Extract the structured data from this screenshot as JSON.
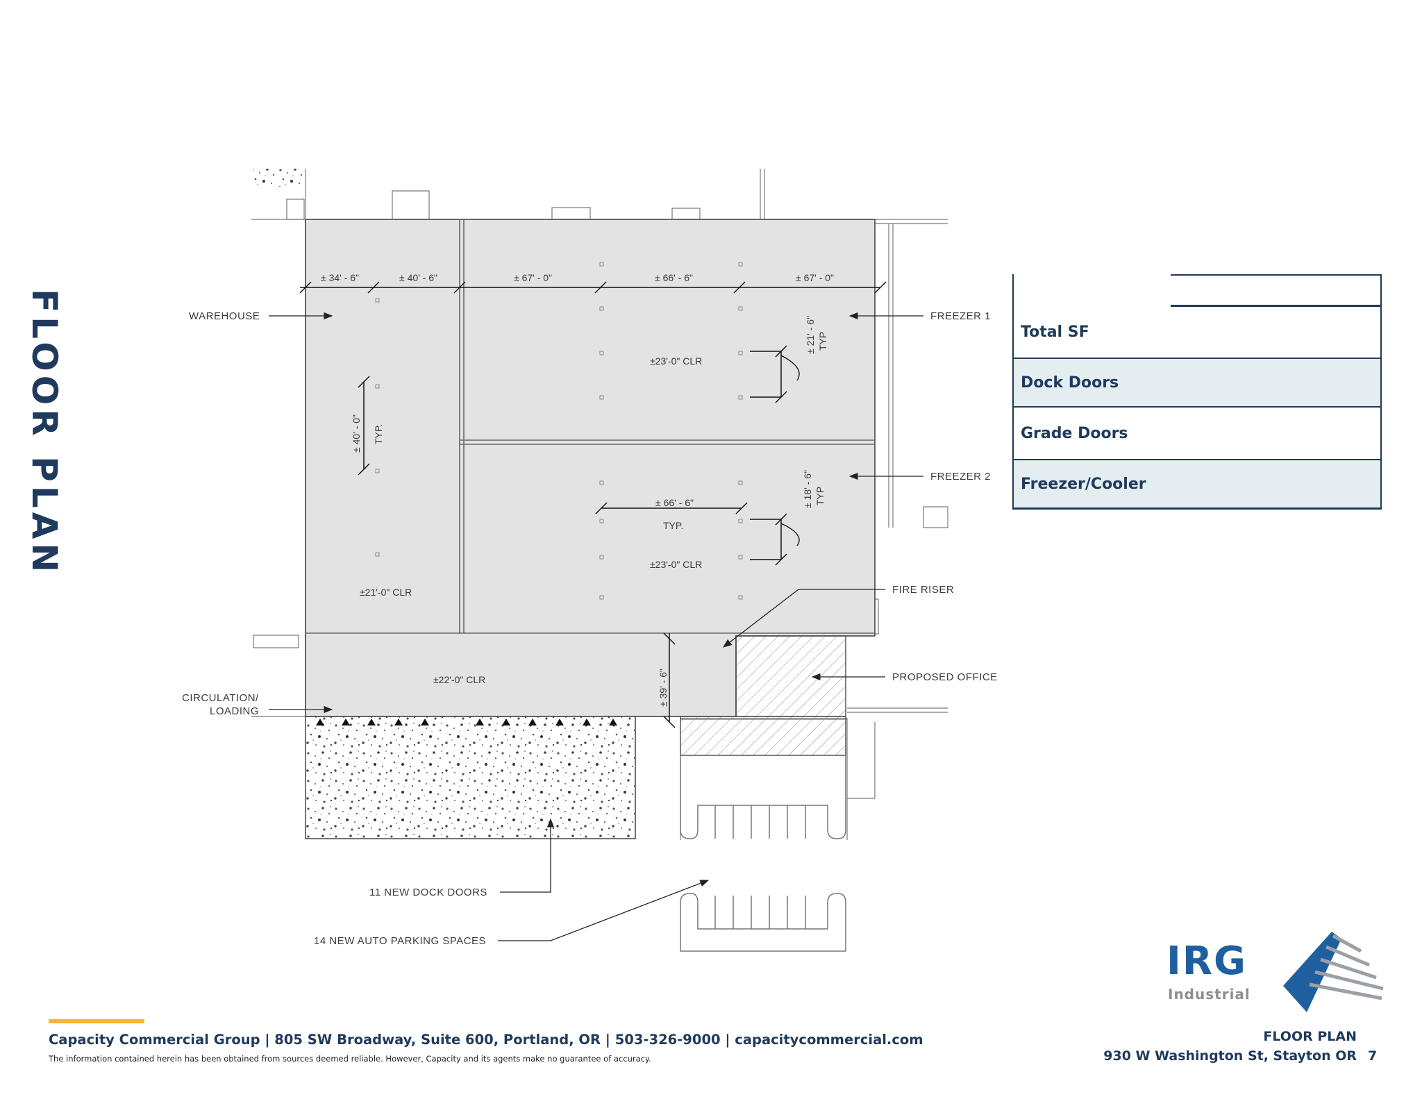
{
  "page": {
    "side_title": "FLOOR PLAN"
  },
  "plan": {
    "labels": {
      "warehouse": "WAREHOUSE",
      "freezer1": "FREEZER 1",
      "freezer2": "FREEZER 2",
      "fire_riser": "FIRE RISER",
      "proposed_office": "PROPOSED OFFICE",
      "circulation_1": "CIRCULATION/",
      "circulation_2": "LOADING",
      "dock_doors": "11 NEW DOCK DOORS",
      "parking": "14 NEW AUTO PARKING SPACES"
    },
    "dimensions": {
      "d1": "± 34' - 6\"",
      "d2": "± 40' - 6\"",
      "d3": "± 67' - 0\"",
      "d4": "± 66' - 6\"",
      "d5": "± 67' - 0\"",
      "wh_bay": "± 40' - 0\"",
      "typ": "TYP.",
      "typ_short": "TYP",
      "f1_bay": "± 21' - 6\"",
      "f2_bay": "± 18' - 6\"",
      "f2_span": "± 66' - 6\"",
      "circ_depth": "± 39' - 6\""
    },
    "clear_heights": {
      "freezer1": "±23'-0\" CLR",
      "freezer2": "±23'-0\" CLR",
      "warehouse": "±21'-0\" CLR",
      "circulation": "±22'-0\" CLR"
    }
  },
  "stats": {
    "rows": [
      "Total SF",
      "Dock Doors",
      "Grade Doors",
      "Freezer/Cooler"
    ]
  },
  "footer": {
    "contact": "Capacity Commercial Group  |  805 SW Broadway, Suite 600, Portland, OR  |  503-326-9000  |  capacitycommercial.com",
    "disclaimer": "The information contained herein has been obtained from sources deemed reliable. However, Capacity and its agents make no guarantee of accuracy.",
    "page_title": "FLOOR PLAN",
    "address": "930 W Washington St, Stayton OR",
    "page_number": "7"
  },
  "logo": {
    "name": "IRG",
    "sub": "Industrial"
  },
  "colors": {
    "navy": "#1f3a5c",
    "accent": "#f2b632",
    "floor_fill": "#e3e3e3",
    "table_shade": "#e4edf0"
  }
}
